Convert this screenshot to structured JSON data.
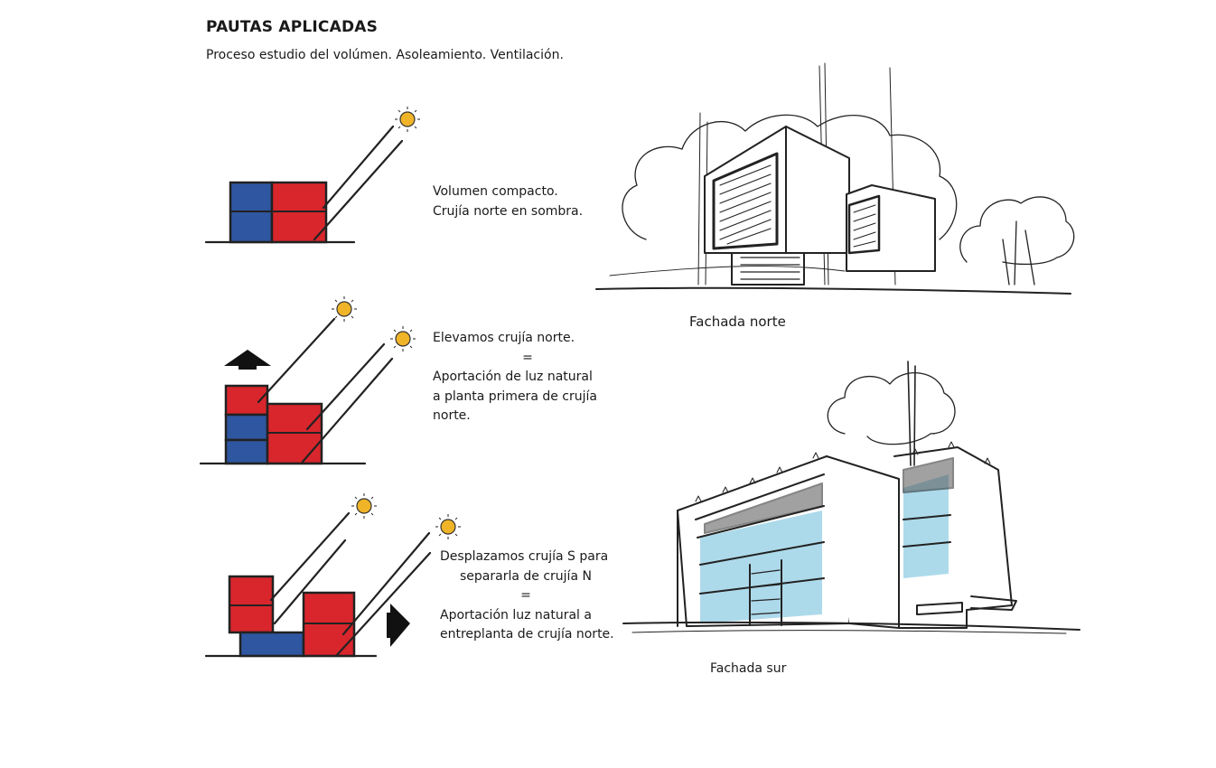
{
  "header": {
    "title": "PAUTAS APLICADAS",
    "subtitle": "Proceso estudio del volúmen. Asoleamiento. Ventilación."
  },
  "steps": [
    {
      "lines": [
        "Volumen compacto.",
        "Crujía norte en sombra."
      ]
    },
    {
      "lines": [
        "Elevamos crujía norte.",
        "=",
        "Aportación de luz natural",
        "a planta primera de crujía",
        "norte."
      ]
    },
    {
      "lines": [
        "Desplazamos crujía S para",
        "separarla de crujía N",
        "=",
        "Aportación luz natural a",
        "entreplanta de crujía norte."
      ]
    }
  ],
  "sketches": {
    "north_label": "Fachada norte",
    "south_label": "Fachada sur"
  },
  "colors": {
    "red": "#d8262c",
    "blue": "#2f56a0",
    "sun": "#f0b429",
    "glass": "#9fd3e6"
  }
}
